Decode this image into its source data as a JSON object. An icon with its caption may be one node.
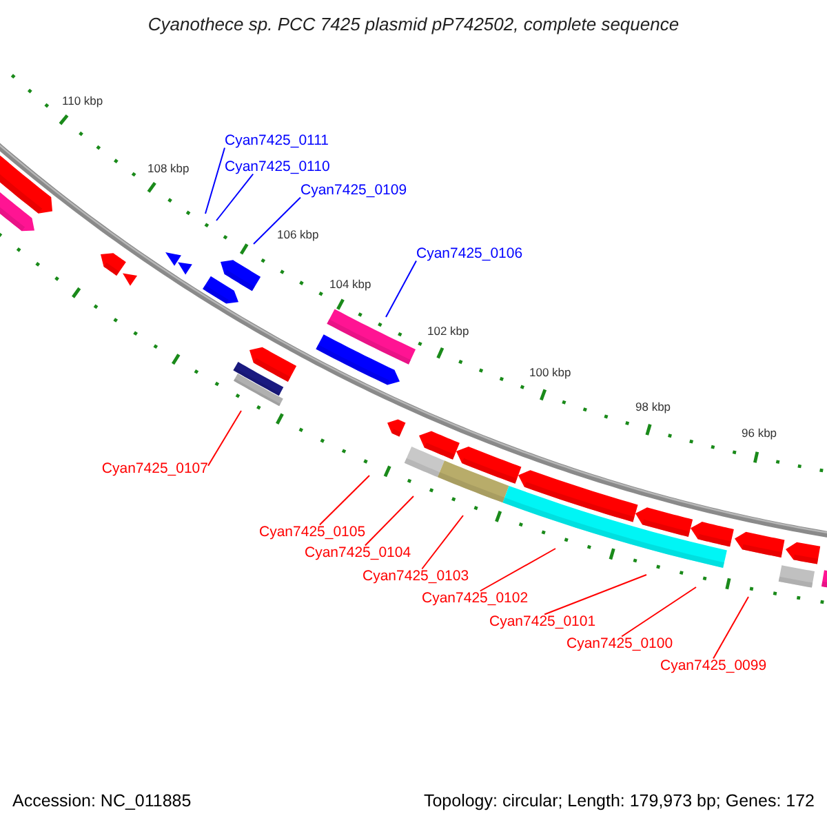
{
  "diagram": {
    "title": "Cyanothece sp. PCC 7425 plasmid pP742502, complete sequence",
    "nodes": [
      {
        "text": [
          "Cyan7425_0111"
        ]
      },
      {
        "text": [
          "Cyan7425_0110"
        ]
      },
      {
        "text": [
          "Cyan7425_0109"
        ]
      },
      {
        "text": [
          "Cyan7425_0106"
        ]
      },
      {
        "text": [
          "Cyan7425_0107"
        ]
      },
      {
        "text": [
          "Cyan7425_0105"
        ]
      },
      {
        "text": [
          "Cyan7425_0104"
        ]
      },
      {
        "text": [
          "Cyan7425_0103"
        ]
      },
      {
        "text": [
          "Cyan7425_0102"
        ]
      },
      {
        "text": [
          "Cyan7425_0101"
        ]
      },
      {
        "text": [
          "Cyan7425_0100"
        ]
      },
      {
        "text": [
          "Cyan7425_0099"
        ]
      }
    ],
    "edges": [
      {
        "from": 0,
        "to": null,
        "arrow": "none",
        "color": "#0000ff"
      },
      {
        "from": 1,
        "to": null,
        "arrow": "none",
        "color": "#0000ff"
      },
      {
        "from": 2,
        "to": null,
        "arrow": "none",
        "color": "#0000ff"
      },
      {
        "from": 3,
        "to": null,
        "arrow": "none",
        "color": "#0000ff"
      },
      {
        "from": 4,
        "to": null,
        "arrow": "none"
      },
      {
        "from": 5,
        "to": null,
        "arrow": "none"
      },
      {
        "from": 6,
        "to": null,
        "arrow": "none"
      },
      {
        "from": 7,
        "to": null,
        "arrow": "none"
      },
      {
        "from": 8,
        "to": null,
        "arrow": "none"
      },
      {
        "from": 9,
        "to": null,
        "arrow": "none"
      },
      {
        "from": 10,
        "to": null,
        "arrow": "none"
      },
      {
        "from": 11,
        "to": null,
        "arrow": "none"
      }
    ],
    "labels": [
      "110 kbp",
      "108 kbp",
      "106 kbp",
      "104 kbp",
      "102 kbp",
      "100 kbp",
      "98 kbp",
      "96 kbp",
      "Accession: NC_011885",
      "Topology: circular; Length: 179,973 bp; Genes: 172"
    ]
  }
}
